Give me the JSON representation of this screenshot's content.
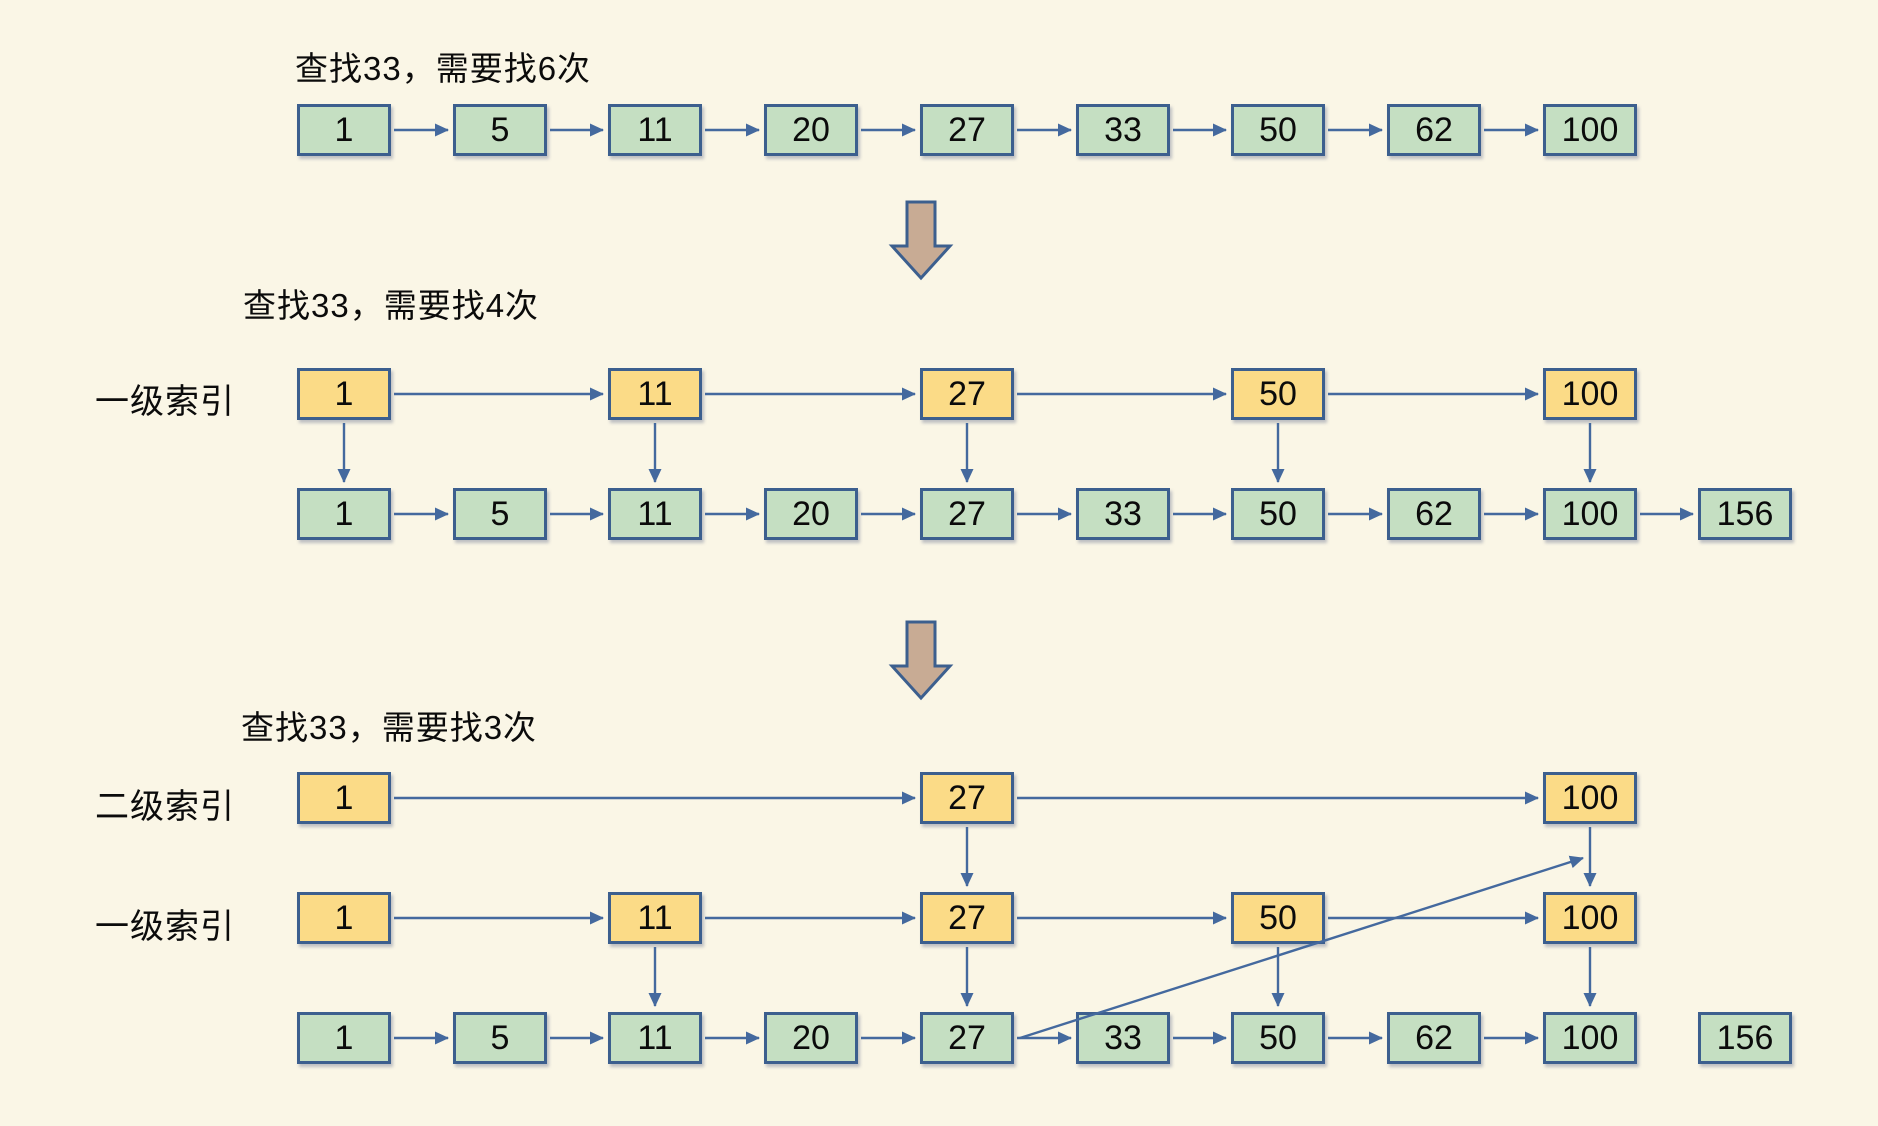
{
  "colors": {
    "background": "#FAF6E6",
    "node_green_fill": "#C5DFC2",
    "node_yellow_fill": "#FBDB87",
    "node_border": "#3C5F8E",
    "connector_blue": "#44699E",
    "transform_arrow_fill": "#C8AB94",
    "text": "#0B0B0B"
  },
  "icons": {
    "transform_arrows": [
      "big-down-arrow",
      "big-down-arrow"
    ]
  },
  "sections": [
    {
      "title": "查找33，需要找6次",
      "rows": [
        {
          "id": "list",
          "style": "green",
          "chained": true,
          "items": [
            {
              "value": "1",
              "col": 0
            },
            {
              "value": "5",
              "col": 1
            },
            {
              "value": "11",
              "col": 2
            },
            {
              "value": "20",
              "col": 3
            },
            {
              "value": "27",
              "col": 4
            },
            {
              "value": "33",
              "col": 5
            },
            {
              "value": "50",
              "col": 6
            },
            {
              "value": "62",
              "col": 7
            },
            {
              "value": "100",
              "col": 8
            }
          ]
        }
      ]
    },
    {
      "title": "查找33，需要找4次",
      "rows": [
        {
          "id": "level1",
          "label": "一级索引",
          "style": "yellow",
          "chained": true,
          "down_arrows_from": [
            "1",
            "11",
            "27",
            "50",
            "100"
          ],
          "items": [
            {
              "value": "1",
              "col": 0
            },
            {
              "value": "11",
              "col": 2
            },
            {
              "value": "27",
              "col": 4
            },
            {
              "value": "50",
              "col": 6
            },
            {
              "value": "100",
              "col": 8
            }
          ]
        },
        {
          "id": "list",
          "style": "green",
          "chained": true,
          "items": [
            {
              "value": "1",
              "col": 0
            },
            {
              "value": "5",
              "col": 1
            },
            {
              "value": "11",
              "col": 2
            },
            {
              "value": "20",
              "col": 3
            },
            {
              "value": "27",
              "col": 4
            },
            {
              "value": "33",
              "col": 5
            },
            {
              "value": "50",
              "col": 6
            },
            {
              "value": "62",
              "col": 7
            },
            {
              "value": "100",
              "col": 8
            },
            {
              "value": "156",
              "col": 9
            }
          ]
        }
      ]
    },
    {
      "title": "查找33，需要找3次",
      "rows": [
        {
          "id": "level2",
          "label": "二级索引",
          "style": "yellow",
          "chained": true,
          "down_arrows_from": [
            "27",
            "100"
          ],
          "items": [
            {
              "value": "1",
              "col": 0
            },
            {
              "value": "27",
              "col": 4
            },
            {
              "value": "100",
              "col": 8
            }
          ]
        },
        {
          "id": "level1",
          "label": "一级索引",
          "style": "yellow",
          "chained": true,
          "down_arrows_from": [
            "11",
            "27",
            "50",
            "100"
          ],
          "items": [
            {
              "value": "1",
              "col": 0
            },
            {
              "value": "11",
              "col": 2
            },
            {
              "value": "27",
              "col": 4
            },
            {
              "value": "50",
              "col": 6
            },
            {
              "value": "100",
              "col": 8
            }
          ]
        },
        {
          "id": "list",
          "style": "green",
          "chained": true,
          "chain_break_after": [
            "100"
          ],
          "items": [
            {
              "value": "1",
              "col": 0
            },
            {
              "value": "5",
              "col": 1
            },
            {
              "value": "11",
              "col": 2
            },
            {
              "value": "20",
              "col": 3
            },
            {
              "value": "27",
              "col": 4
            },
            {
              "value": "33",
              "col": 5
            },
            {
              "value": "50",
              "col": 6
            },
            {
              "value": "62",
              "col": 7
            },
            {
              "value": "100",
              "col": 8
            },
            {
              "value": "156",
              "col": 9
            }
          ]
        }
      ]
    }
  ],
  "diagonal_arrow": {
    "from_row": "list",
    "from_value": "27",
    "points_to_row": "level1",
    "points_to_value": "100"
  }
}
